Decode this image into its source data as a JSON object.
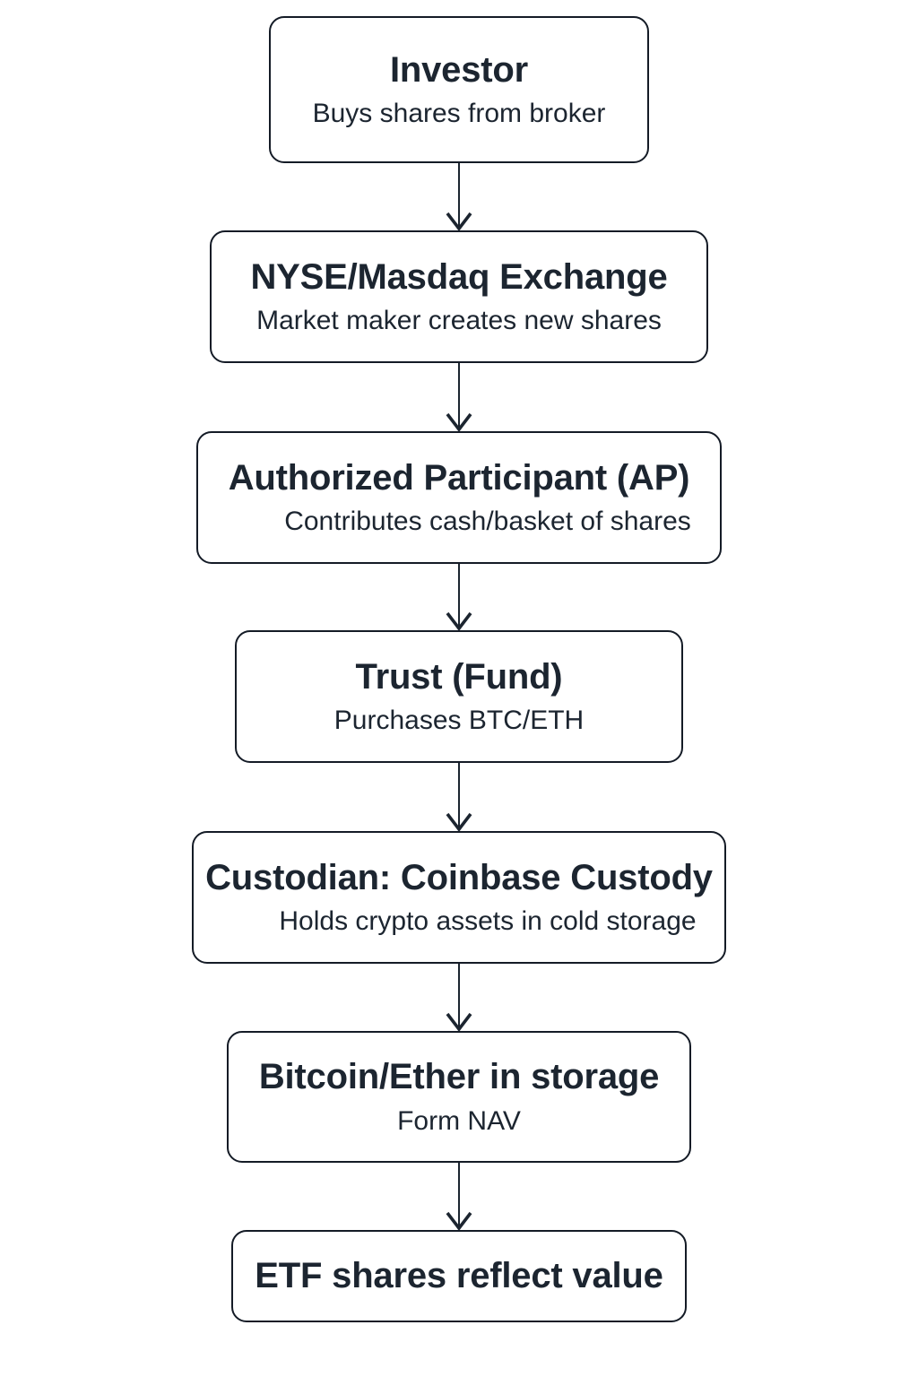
{
  "colors": {
    "ink": "#1c2530",
    "border": "#141b26",
    "canvas": "#ffffff",
    "node_fill": "#ffffff"
  },
  "diagram": {
    "type": "flowchart",
    "direction": "top-down"
  },
  "nodes": [
    {
      "id": "investor",
      "title": "Investor",
      "subtitle": "Buys shares from broker"
    },
    {
      "id": "exchange",
      "title": "NYSE/Masdaq Exchange",
      "subtitle": "Market maker creates new shares"
    },
    {
      "id": "authorized-participant",
      "title": "Authorized Participant (AP)",
      "subtitle": "Contributes cash/basket of shares"
    },
    {
      "id": "trust",
      "title": "Trust (Fund)",
      "subtitle": "Purchases BTC/ETH"
    },
    {
      "id": "custodian",
      "title": "Custodian: Coinbase Custody",
      "subtitle": "Holds crypto assets in cold storage"
    },
    {
      "id": "storage",
      "title": "Bitcoin/Ether in storage",
      "subtitle": "Form NAV"
    },
    {
      "id": "etf-value",
      "title": "ETF shares reflect value",
      "subtitle": ""
    }
  ],
  "edges": [
    {
      "from": "investor",
      "to": "exchange"
    },
    {
      "from": "exchange",
      "to": "authorized-participant"
    },
    {
      "from": "authorized-participant",
      "to": "trust"
    },
    {
      "from": "trust",
      "to": "custodian"
    },
    {
      "from": "custodian",
      "to": "storage"
    },
    {
      "from": "storage",
      "to": "etf-value"
    }
  ]
}
